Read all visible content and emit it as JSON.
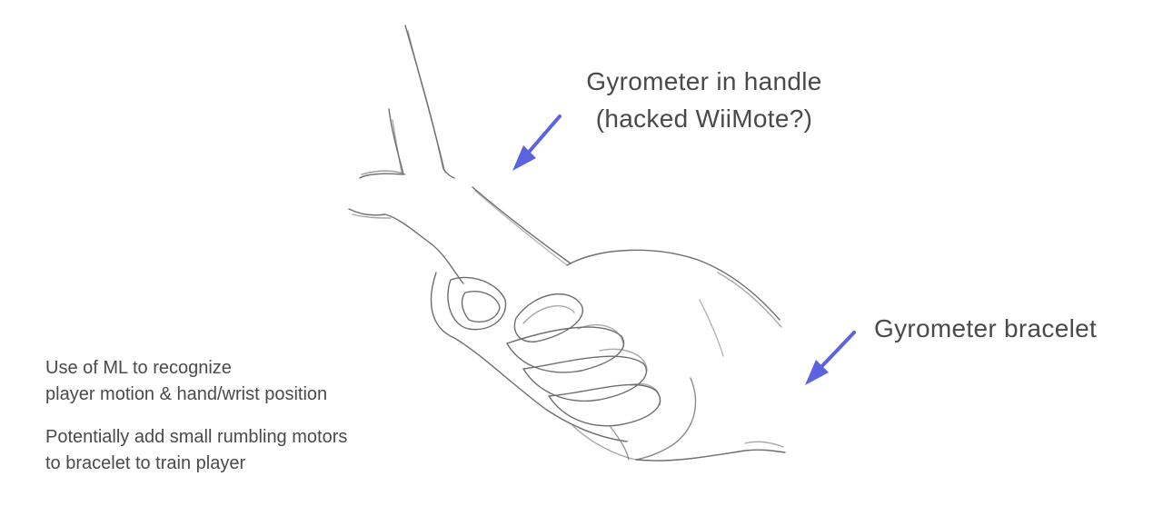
{
  "annotations": {
    "handle": {
      "line1": "Gyrometer in handle",
      "line2": "(hacked WiiMote?)"
    },
    "bracelet": "Gyrometer bracelet"
  },
  "notes": {
    "ml_line1": "Use of ML to recognize",
    "ml_line2": "player motion & hand/wrist position",
    "motor_line1": "Potentially add small rumbling motors",
    "motor_line2": "to bracelet to train player"
  },
  "colors": {
    "arrow": "#5b63e0",
    "sketch_stroke": "#6e6e6e",
    "text": "#4a4a4a"
  },
  "icons": {
    "sketch": "hand-holding-handle-sketch",
    "arrow": "diagonal-arrow"
  }
}
